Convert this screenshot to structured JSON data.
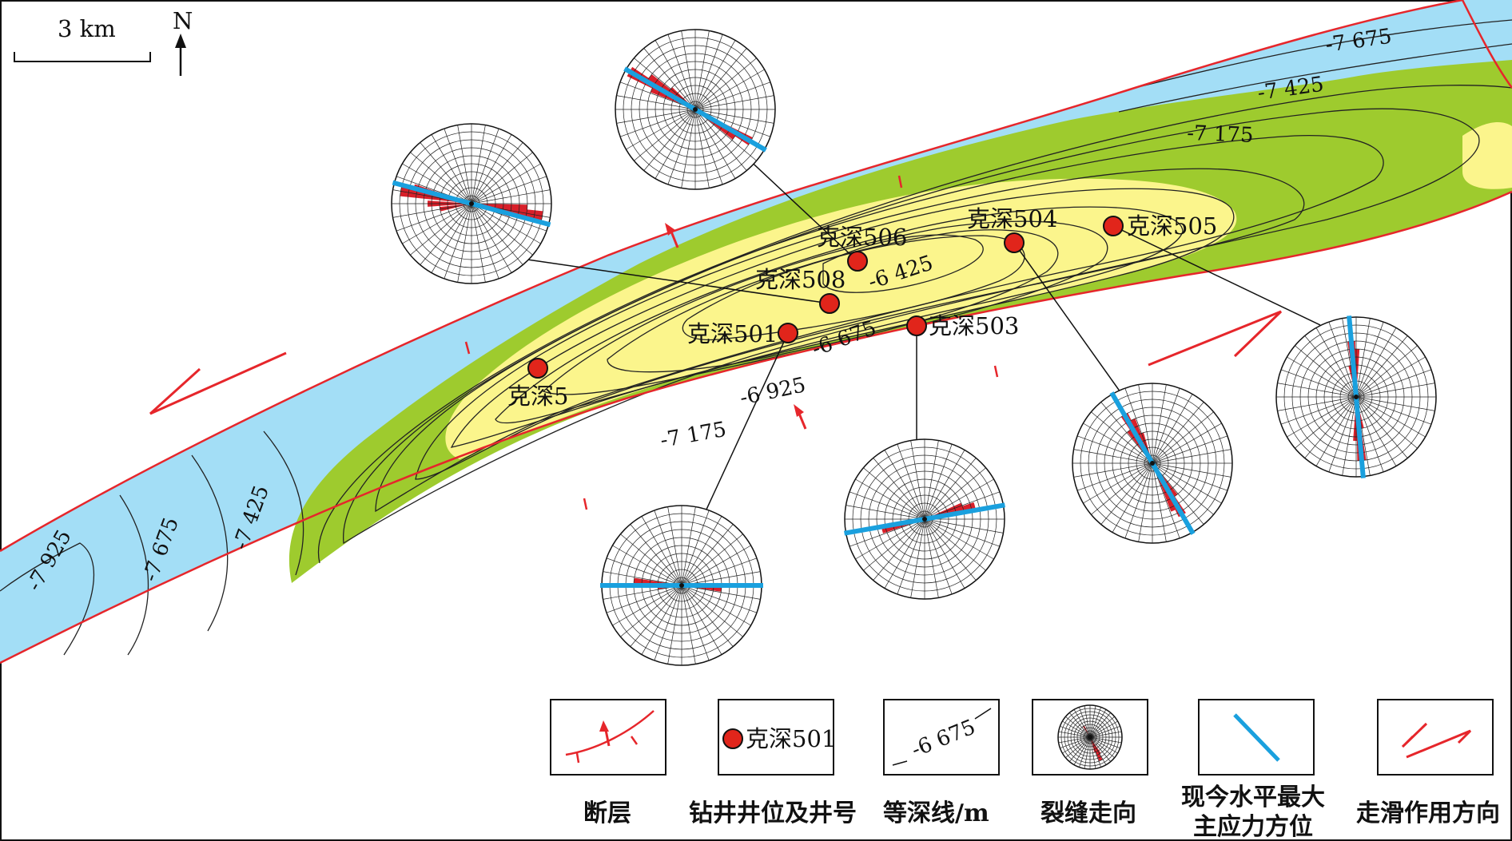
{
  "scale_bar": {
    "label": "3 km"
  },
  "north_arrow": {
    "label": "N"
  },
  "wells": [
    {
      "id": "w501",
      "name": "克深501"
    },
    {
      "id": "w503",
      "name": "克深503"
    },
    {
      "id": "w504",
      "name": "克深504"
    },
    {
      "id": "w505",
      "name": "克深505"
    },
    {
      "id": "w506",
      "name": "克深506"
    },
    {
      "id": "w508",
      "name": "克深508"
    },
    {
      "id": "w5",
      "name": "克深5"
    }
  ],
  "contour_labels": [
    "-6 425",
    "-6 675",
    "-6 925",
    "-7 175",
    "-7 175",
    "-7 425",
    "-7 675",
    "-7 925",
    "-7 675",
    "-7 425"
  ],
  "legend": [
    {
      "key": "fault",
      "caption": "断层"
    },
    {
      "key": "well",
      "caption": "钻井井位及井号",
      "sample": "克深501"
    },
    {
      "key": "contour",
      "caption": "等深线/m",
      "sample": "-6 675"
    },
    {
      "key": "fracture",
      "caption": "裂缝走向"
    },
    {
      "key": "stress",
      "caption_line1": "现今水平最大",
      "caption_line2": "主应力方位"
    },
    {
      "key": "strike_slip",
      "caption": "走滑作用方向"
    }
  ],
  "colors": {
    "yellow": "#fbf58c",
    "green": "#9ecb2e",
    "blue": "#a3def6",
    "fault": "#e6262b",
    "well": "#e1251b",
    "stress": "#1aa0de",
    "rose_petal": "#d8202a"
  },
  "rose_diagrams": [
    {
      "well": "克深506",
      "stress_azimuth_deg": 300
    },
    {
      "well": "克深508",
      "stress_azimuth_deg": 285
    },
    {
      "well": "克深501",
      "stress_azimuth_deg": 270
    },
    {
      "well": "克深503",
      "stress_azimuth_deg": 260
    },
    {
      "well": "克深504",
      "stress_azimuth_deg": 330
    },
    {
      "well": "克深505",
      "stress_azimuth_deg": 355
    }
  ]
}
